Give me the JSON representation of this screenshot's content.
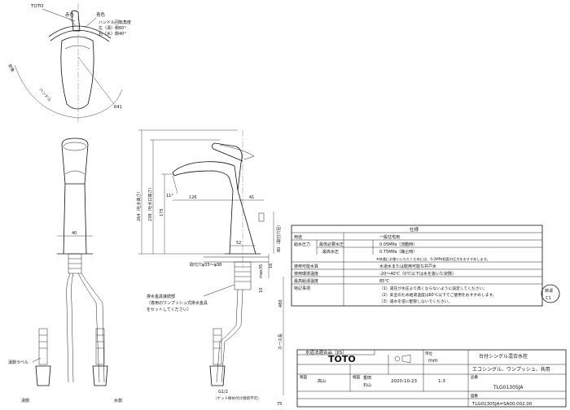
{
  "top_view": {
    "brand_label": "TOTO",
    "hot_label": "赤色",
    "cold_label": "青色",
    "handle_angle_title": "ハンドル回転角度",
    "handle_angle_left": "左（湯）側60°",
    "handle_angle_right": "右（水）側40°",
    "dim_front": "前後",
    "dim_handle": "ハンドル",
    "dim_radius": "R41"
  },
  "side_view": {
    "dim_11": "11°",
    "dim_126": "126",
    "dim_41": "41",
    "dim_264": "264（吐水高さ）",
    "dim_238": "238（吐水口高さ）",
    "dim_175": "175",
    "dim_52": "52",
    "dim_16": "16",
    "dim_10": "10",
    "dim_max": "max35",
    "dim_80": "80（取付穴径）",
    "dim_40": "40",
    "mount_note": "取付穴φ35～φ38",
    "drain_note_1": "排水金具接続部",
    "drain_note_2": "（専用のワンプッシュ式排水金具",
    "drain_note_3": "をセットしてください）",
    "dim_hose": "ホース長",
    "hose_length": "480",
    "hot_hose": "湯側ラベル",
    "hot_side": "湯側",
    "cold_side": "水側",
    "thread": "G1/2",
    "thread_note": "（ナット締め付け接続不可）",
    "dim_75": "75"
  },
  "spec": {
    "title": "仕様",
    "rows": [
      {
        "label": "用途",
        "sub": "",
        "value": "一般住宅用"
      },
      {
        "label": "給水圧力",
        "sub": "最低必要水圧",
        "value": "0.05MPa（流動時）"
      },
      {
        "label": "",
        "sub": "最高水圧",
        "value": "0.75MPa（静止時）"
      },
      {
        "label": "",
        "sub": "",
        "value": "※快適にお使いいただくためには、0.2MPa程度の圧力をおすすめします。"
      },
      {
        "label": "使用可能水質",
        "sub": "",
        "value": "水道水または飲用可能な井戸水"
      },
      {
        "label": "使用環境温度",
        "sub": "",
        "value": "-20～40℃（0℃以下は水を抜いた状態）"
      },
      {
        "label": "最高給湯温度",
        "sub": "",
        "value": "85℃"
      },
      {
        "label": "特記事項",
        "sub": "",
        "value": "（1）湯圧が水圧より高くならないように設定してください。"
      },
      {
        "label": "",
        "sub": "",
        "value": "（2）安全のため給湯温度は60℃以下でご使用をおすすめします。"
      },
      {
        "label": "",
        "sub": "",
        "value": "（3）湯水を逆に配管しないでください。"
      }
    ]
  },
  "stamp": {
    "line1": "節湯",
    "line2": "C1"
  },
  "title_block": {
    "water_cert": "水道法適合品（JIS）",
    "brand": "TOTO",
    "scale_label": "単位",
    "scale_unit": "mm",
    "product_name": "台付シングル混合水栓",
    "product_sub": "エコシングル、ワンプッシュ、共用",
    "drawn_label": "製図",
    "drawn_by": "高山",
    "check_label": "検図",
    "checker_1": "香田",
    "checker_2": "石山",
    "date": "2020-10-23",
    "scale": "1:3",
    "model_label": "品番",
    "model": "TLG01305JA",
    "drawing_label": "図番",
    "drawing_no": "TLG01305JA=SA00.002.00"
  }
}
